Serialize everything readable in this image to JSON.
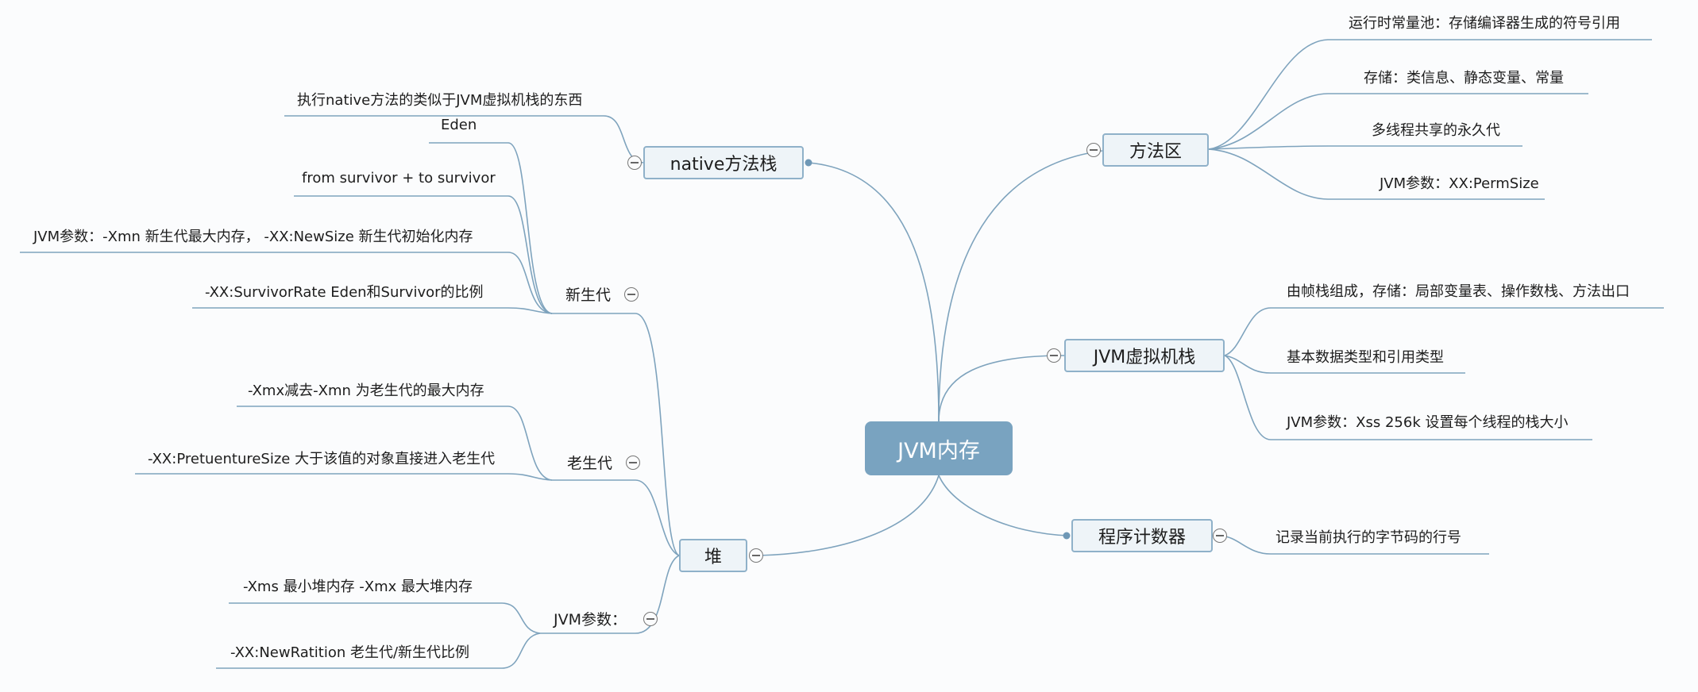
{
  "root": "JVM内存",
  "branches": {
    "method_area": {
      "label": "方法区",
      "items": [
        "运行时常量池：存储编译器生成的符号引用",
        "存储：类信息、静态变量、常量",
        "多线程共享的永久代",
        "JVM参数：XX:PermSize"
      ]
    },
    "jvm_stack": {
      "label": "JVM虚拟机栈",
      "items": [
        "由帧栈组成，存储：局部变量表、操作数栈、方法出口",
        "基本数据类型和引用类型",
        "JVM参数：Xss 256k 设置每个线程的栈大小"
      ]
    },
    "pc": {
      "label": "程序计数器",
      "items": [
        "记录当前执行的字节码的行号"
      ]
    },
    "native": {
      "label": "native方法栈",
      "items": [
        "执行native方法的类似于JVM虚拟机栈的东西"
      ]
    },
    "heap": {
      "label": "堆",
      "young": {
        "label": "新生代",
        "items": [
          "Eden",
          "from survivor + to survivor",
          "JVM参数：-Xmn 新生代最大内存， -XX:NewSize 新生代初始化内存",
          "-XX:SurvivorRate Eden和Survivor的比例"
        ]
      },
      "old": {
        "label": "老生代",
        "items": [
          "-Xmx减去-Xmn 为老生代的最大内存",
          "-XX:PretuentureSize 大于该值的对象直接进入老生代"
        ]
      },
      "params": {
        "label": "JVM参数：",
        "items": [
          "-Xms 最小堆内存 -Xmx 最大堆内存",
          "-XX:NewRatition 老生代/新生代比例"
        ]
      }
    }
  },
  "colors": {
    "root": "#79a3c0",
    "branch_fill": "#eef4f8",
    "branch_border": "#8fb1c9",
    "line": "#7ea3bd"
  }
}
